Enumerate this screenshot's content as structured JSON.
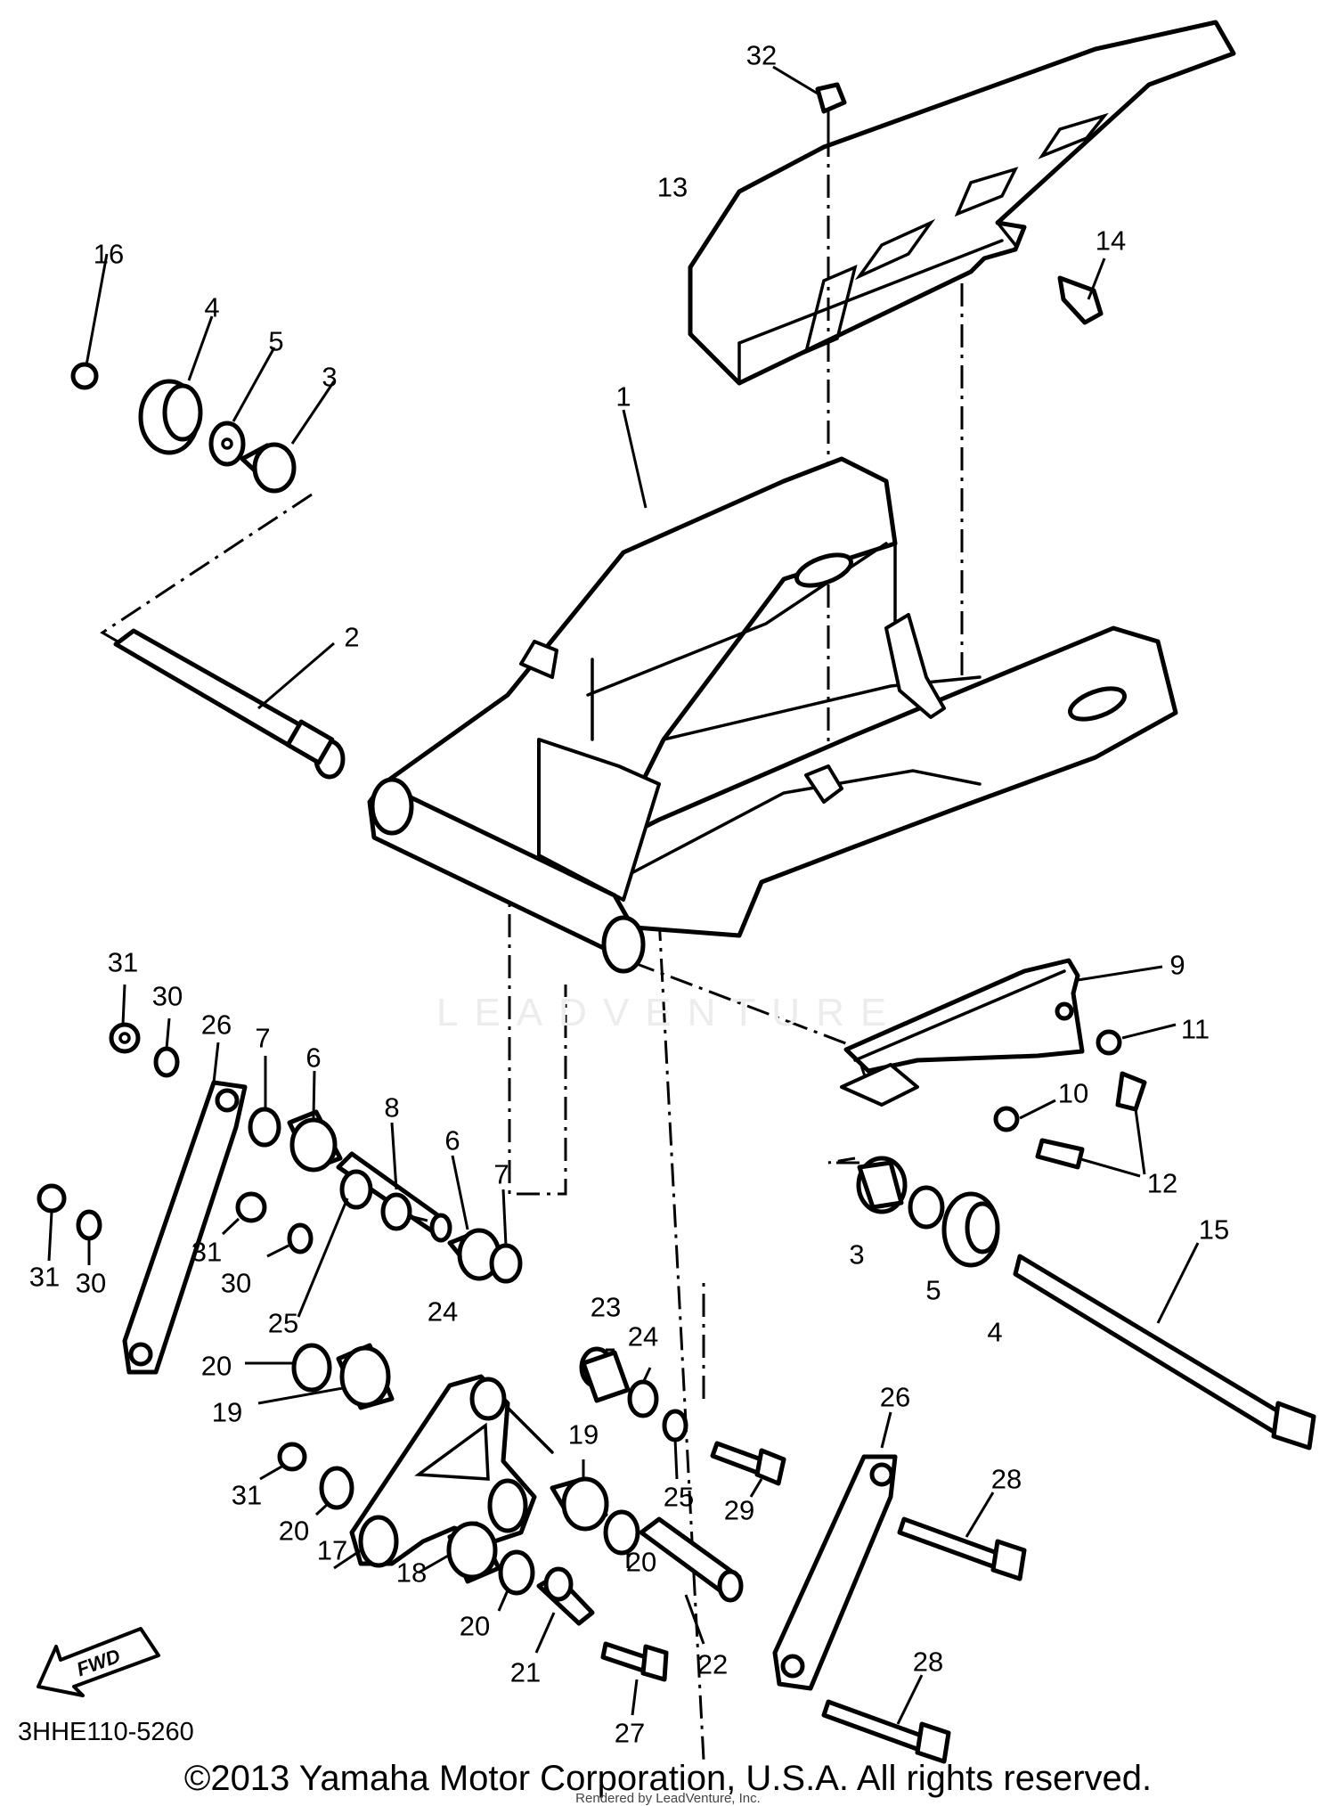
{
  "diagram": {
    "part_code": "3HHE110-5260",
    "copyright": "©2013 Yamaha Motor Corporation, U.S.A. All rights reserved.",
    "rendered_by": "Rendered by LeadVenture, Inc.",
    "watermark": "LEADVENTURE",
    "fwd_label": "FWD",
    "callouts": [
      "32",
      "13",
      "14",
      "16",
      "4",
      "5",
      "3",
      "1",
      "2",
      "9",
      "11",
      "10",
      "12",
      "15",
      "3",
      "5",
      "4",
      "31",
      "30",
      "26",
      "7",
      "6",
      "8",
      "6",
      "7",
      "31",
      "30",
      "31",
      "30",
      "25",
      "24",
      "23",
      "24",
      "20",
      "19",
      "19",
      "25",
      "29",
      "26",
      "28",
      "31",
      "20",
      "17",
      "18",
      "20",
      "20",
      "22",
      "21",
      "27",
      "28"
    ]
  }
}
